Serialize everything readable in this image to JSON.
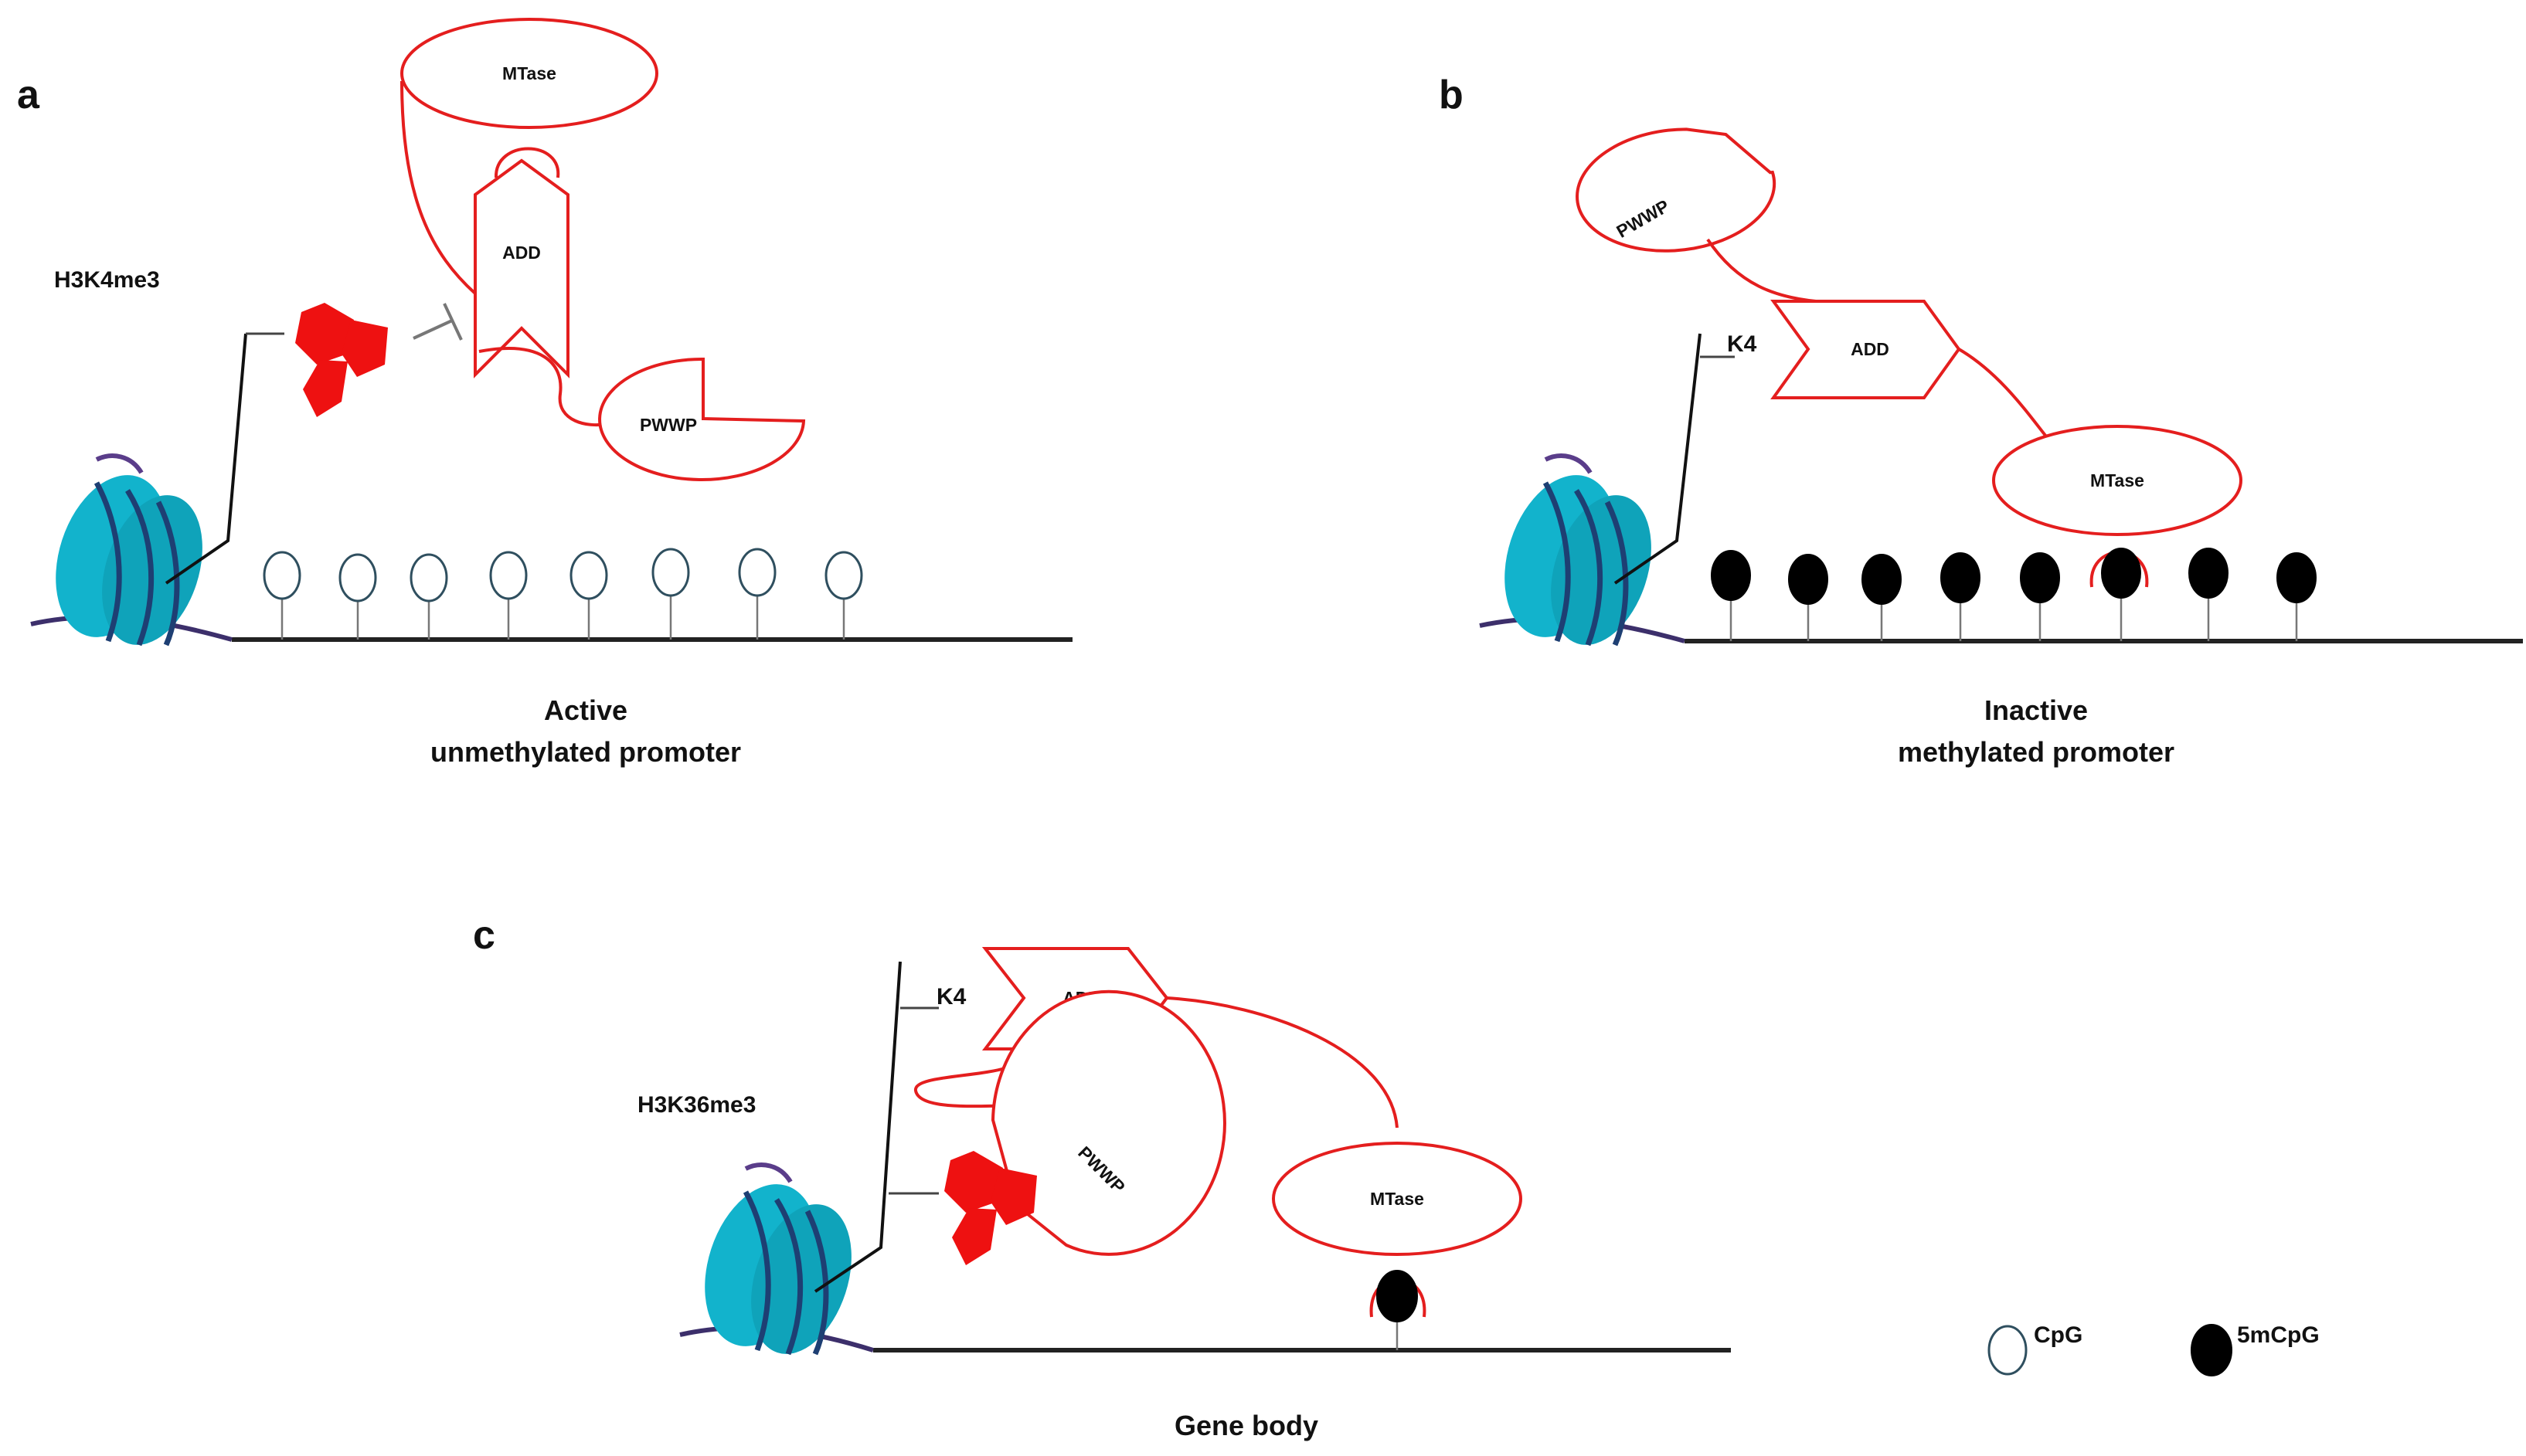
{
  "panels": {
    "a": {
      "letter": "a",
      "mark": "H3K4me3",
      "domains": {
        "mtase": "MTase",
        "add": "ADD",
        "pwwp": "PWWP"
      },
      "caption_line1": "Active",
      "caption_line2": "unmethylated promoter",
      "cpg_sites": [
        "CpG",
        "CpG",
        "CpG",
        "CpG",
        "CpG",
        "CpG",
        "CpG",
        "CpG"
      ]
    },
    "b": {
      "letter": "b",
      "mark": "K4",
      "domains": {
        "mtase": "MTase",
        "add": "ADD",
        "pwwp": "PWWP"
      },
      "caption_line1": "Inactive",
      "caption_line2": "methylated promoter",
      "cpg_sites": [
        "5mCpG",
        "5mCpG",
        "5mCpG",
        "5mCpG",
        "5mCpG",
        "5mCpG",
        "5mCpG",
        "5mCpG"
      ]
    },
    "c": {
      "letter": "c",
      "mark_k4": "K4",
      "mark": "H3K36me3",
      "domains": {
        "mtase": "MTase",
        "add": "ADD",
        "pwwp": "PWWP"
      },
      "caption": "Gene body",
      "cpg_sites": [
        "5mCpG"
      ]
    }
  },
  "legend": {
    "cpg_label": "CpG",
    "mcpg_label": "5mCpG"
  },
  "colors": {
    "protein_outline": "#e41e1e",
    "histone_mark": "#ee1111",
    "nucleosome": "#12b3cc",
    "dna_wrap": "#1e3f73",
    "methylated": "#000000",
    "unmethylated": "#ffffff"
  }
}
